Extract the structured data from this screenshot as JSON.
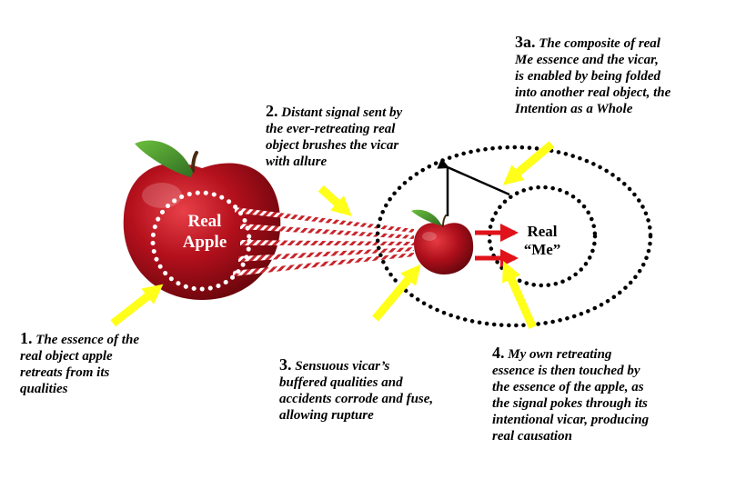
{
  "labels": {
    "real_apple": [
      "Real",
      "Apple"
    ],
    "real_me": [
      "Real",
      "“Me”"
    ]
  },
  "captions": {
    "c1": {
      "num": "1.",
      "lines": [
        "The essence of the",
        "real object apple",
        "retreats from its",
        "qualities"
      ]
    },
    "c2": {
      "num": "2.",
      "lines": [
        "Distant signal sent by",
        "the ever-retreating real",
        "object brushes the vicar",
        "with allure"
      ]
    },
    "c3": {
      "num": "3.",
      "lines": [
        "Sensuous vicar’s",
        "buffered qualities and",
        "accidents corrode and fuse,",
        "allowing rupture"
      ]
    },
    "c3a": {
      "num": "3a.",
      "lines": [
        "The composite of real",
        "Me essence and the vicar,",
        "is enabled by being folded",
        "into another real object, the",
        "Intention as a Whole"
      ]
    },
    "c4": {
      "num": "4.",
      "lines": [
        "My own retreating",
        "essence is then touched by",
        "the essence of the apple, as",
        "the signal pokes through its",
        "intentional vicar, producing",
        "real causation"
      ]
    }
  },
  "colors": {
    "apple_red": "#b3101c",
    "apple_dark": "#5e040a",
    "leaf_green": "#3f8a2c",
    "pointer_yellow": "#ffff1a",
    "signal_arrow_red": "#e0121a",
    "signal_stripe": "#c8242c"
  }
}
